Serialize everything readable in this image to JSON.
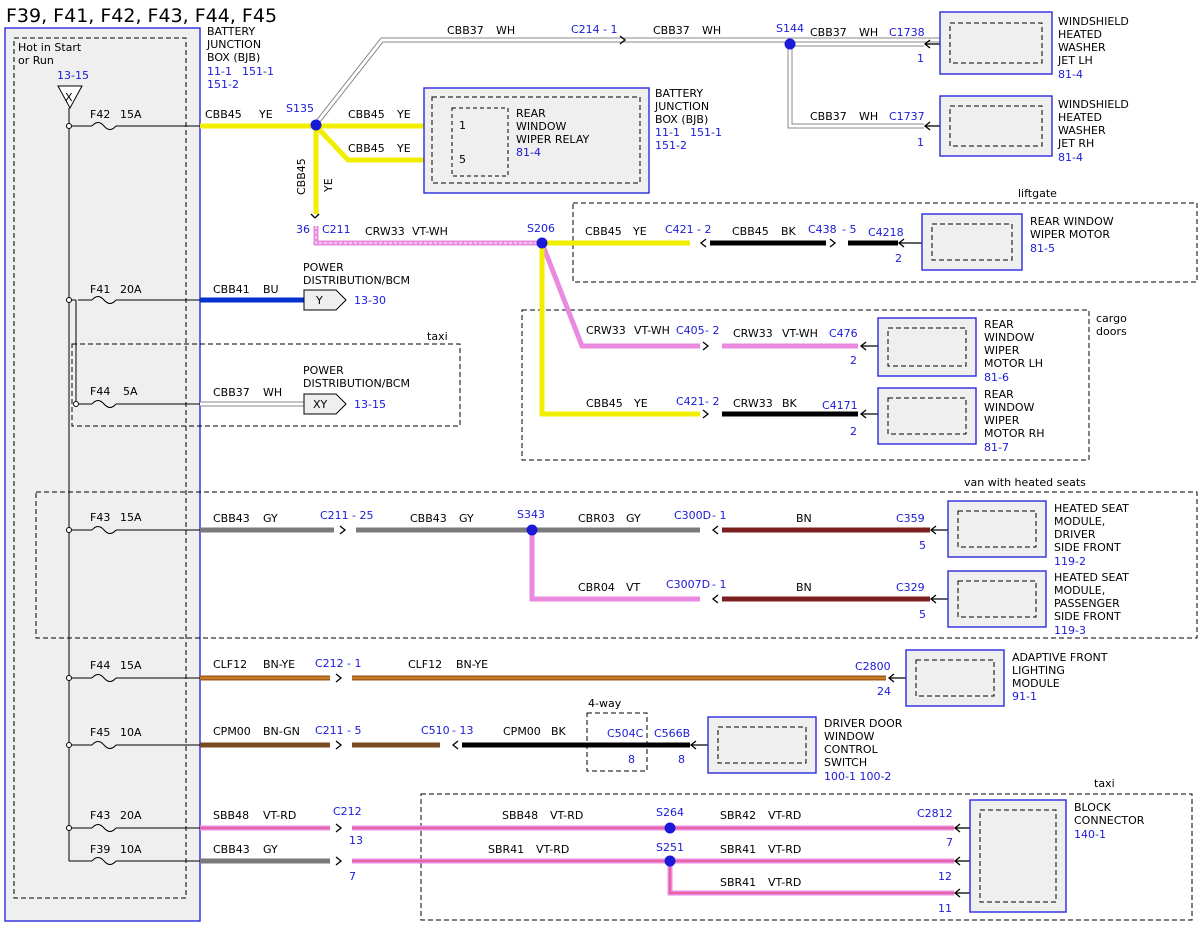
{
  "title": "F39, F41, F42, F43, F44, F45",
  "colors": {
    "YE": "#f2ee00",
    "WH": "#ffffff",
    "BU": "#0030d0",
    "GY": "#7a7a7a",
    "VT": "#e98ae0",
    "BK": "#000000",
    "BN": "#7a1e1e",
    "BN_YE": "#a05a20",
    "BN_GN": "#7a4a20",
    "RD": "#e8386a",
    "ref": "#1a1ad8",
    "box_stroke": "#2a2adf",
    "box_fill": "#efefef"
  },
  "bjb_left": {
    "hot_label": [
      "Hot in Start",
      "or Run"
    ],
    "ref": "13-15",
    "marker": "X",
    "name": [
      "BATTERY",
      "JUNCTION",
      "BOX (BJB)"
    ],
    "refs": [
      "11-1",
      "151-1",
      "151-2"
    ]
  },
  "fuses": [
    {
      "id": "F42",
      "rating": "15A"
    },
    {
      "id": "F41",
      "rating": "20A"
    },
    {
      "id": "F44",
      "rating": "5A"
    },
    {
      "id": "F43",
      "rating": "15A"
    },
    {
      "id": "F44",
      "rating": "15A"
    },
    {
      "id": "F45",
      "rating": "10A"
    },
    {
      "id": "F43",
      "rating": "20A"
    },
    {
      "id": "F39",
      "rating": "10A"
    }
  ],
  "groups": {
    "taxi_top": "taxi",
    "liftgate": "liftgate",
    "cargo": [
      "cargo",
      "doors"
    ],
    "van_heated": "van with heated seats",
    "four_way": "4-way",
    "taxi_bottom": "taxi"
  },
  "splices": [
    "S135",
    "S144",
    "S206",
    "S343",
    "S264",
    "S251"
  ],
  "connectors": {
    "c214": "C214",
    "c214_pin": "- 1",
    "c1738": "C1738",
    "c1738_pin": "1",
    "c1737": "C1737",
    "c1737_pin": "1",
    "c211a": "C211",
    "c211a_pin": "36",
    "c421a": "C421",
    "c421a_pin": "- 2",
    "c438": "C438",
    "c438_pin": "- 5",
    "c4218": "C4218",
    "c4218_pin": "2",
    "c405": "C405",
    "c405_pin": "- 2",
    "c476": "C476",
    "c476_pin": "2",
    "c421b": "C421",
    "c421b_pin": "- 2",
    "c4171": "C4171",
    "c4171_pin": "2",
    "c211b": "C211",
    "c211b_pin": "- 25",
    "c300d": "C300D",
    "c300d_pin": "- 1",
    "c359": "C359",
    "c359_pin": "5",
    "c3007d": "C3007D",
    "c3007d_pin": "- 1",
    "c329": "C329",
    "c329_pin": "5",
    "c212a": "C212",
    "c212a_pin": "- 1",
    "c2800": "C2800",
    "c2800_pin": "24",
    "c211c": "C211",
    "c211c_pin": "- 5",
    "c510": "C510",
    "c510_pin": "- 13",
    "c504c": "C504C",
    "c504c_pin": "8",
    "c566b": "C566B",
    "c566b_pin": "8",
    "c212b": "C212",
    "c212b_pin13": "13",
    "c212b_pin7": "7",
    "c2812": "C2812",
    "c2812_pin7": "7",
    "c2812_pin12": "12",
    "c2812_pin11": "11"
  },
  "wires": {
    "cbb37": "CBB37",
    "wh": "WH",
    "cbb45": "CBB45",
    "ye": "YE",
    "crw33": "CRW33",
    "vt_wh": "VT-WH",
    "bk": "BK",
    "cbb41": "CBB41",
    "bu": "BU",
    "cbb43": "CBB43",
    "gy": "GY",
    "cbr03": "CBR03",
    "cbr04": "CBR04",
    "vt": "VT",
    "bn": "BN",
    "clf12": "CLF12",
    "bn_ye": "BN-YE",
    "cpm00": "CPM00",
    "bn_gn": "BN-GN",
    "sbb48": "SBB48",
    "vt_rd": "VT-RD",
    "sbr42": "SBR42",
    "sbr41": "SBR41"
  },
  "relay": {
    "name": [
      "REAR",
      "WINDOW",
      "WIPER RELAY"
    ],
    "ref": "81-4",
    "pin1": "1",
    "pin5": "5",
    "bjb_name": [
      "BATTERY",
      "JUNCTION",
      "BOX (BJB)"
    ],
    "bjb_refs": [
      "11-1",
      "151-1",
      "151-2"
    ]
  },
  "pdb": {
    "name": [
      "POWER",
      "DISTRIBUTION/BCM"
    ],
    "y_marker": "Y",
    "y_ref": "13-30",
    "xy_marker": "XY",
    "xy_ref": "13-15"
  },
  "components": {
    "jet_lh": {
      "name": [
        "WINDSHIELD",
        "HEATED",
        "WASHER",
        "JET LH"
      ],
      "ref": "81-4"
    },
    "jet_rh": {
      "name": [
        "WINDSHIELD",
        "HEATED",
        "WASHER",
        "JET RH"
      ],
      "ref": "81-4"
    },
    "rear_motor": {
      "name": [
        "REAR WINDOW",
        "WIPER MOTOR"
      ],
      "ref": "81-5"
    },
    "motor_lh": {
      "name": [
        "REAR",
        "WINDOW",
        "WIPER",
        "MOTOR LH"
      ],
      "ref": "81-6"
    },
    "motor_rh": {
      "name": [
        "REAR",
        "WINDOW",
        "WIPER",
        "MOTOR RH"
      ],
      "ref": "81-7"
    },
    "seat_driver": {
      "name": [
        "HEATED SEAT",
        "MODULE,",
        "DRIVER",
        "SIDE FRONT"
      ],
      "ref": "119-2"
    },
    "seat_pass": {
      "name": [
        "HEATED SEAT",
        "MODULE,",
        "PASSENGER",
        "SIDE FRONT"
      ],
      "ref": "119-3"
    },
    "afl": {
      "name": [
        "ADAPTIVE FRONT",
        "LIGHTING",
        "MODULE"
      ],
      "ref": "91-1"
    },
    "door_switch": {
      "name": [
        "DRIVER DOOR",
        "WINDOW",
        "CONTROL",
        "SWITCH"
      ],
      "ref": "100-1   100-2"
    },
    "block": {
      "name": [
        "BLOCK",
        "CONNECTOR"
      ],
      "ref": "140-1"
    }
  }
}
